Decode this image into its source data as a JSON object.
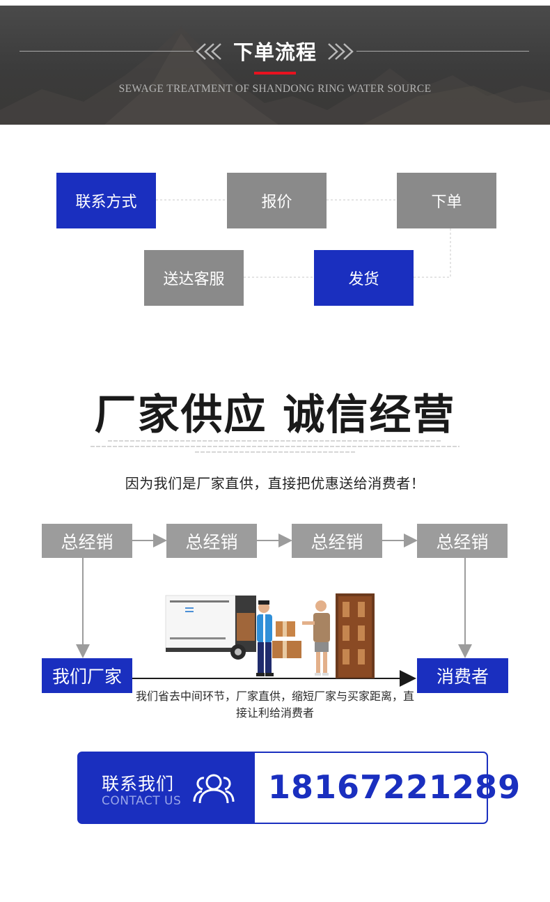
{
  "header": {
    "title": "下单流程",
    "subtitle": "SEWAGE TREATMENT OF SHANDONG RING WATER SOURCE"
  },
  "process": {
    "steps": [
      "联系方式",
      "报价",
      "下单",
      "发货",
      "送达客服"
    ]
  },
  "slogan": {
    "title": "厂家供应  诚信经营",
    "intro": "因为我们是厂家直供，直接把优惠送给消费者！"
  },
  "distribution": {
    "middlemen": [
      "总经销",
      "总经销",
      "总经销",
      "总经销"
    ],
    "factory": "我们厂家",
    "consumer": "消费者",
    "note": "我们省去中间环节，厂家直供，缩短厂家与买家距离，直接让利给消费者"
  },
  "contact": {
    "title_cn": "联系我们",
    "title_en": "CONTACT US",
    "phone": "18167221289"
  },
  "colors": {
    "brand_blue": "#1a2fbf",
    "box_gray": "#8a8a8a",
    "accent_red": "#e8121f",
    "banner_dark": "#3b3b3b"
  },
  "icons": {
    "left_chevrons": "double-chevron-left-icon",
    "right_chevrons": "double-chevron-right-icon",
    "contact": "people-icon"
  }
}
